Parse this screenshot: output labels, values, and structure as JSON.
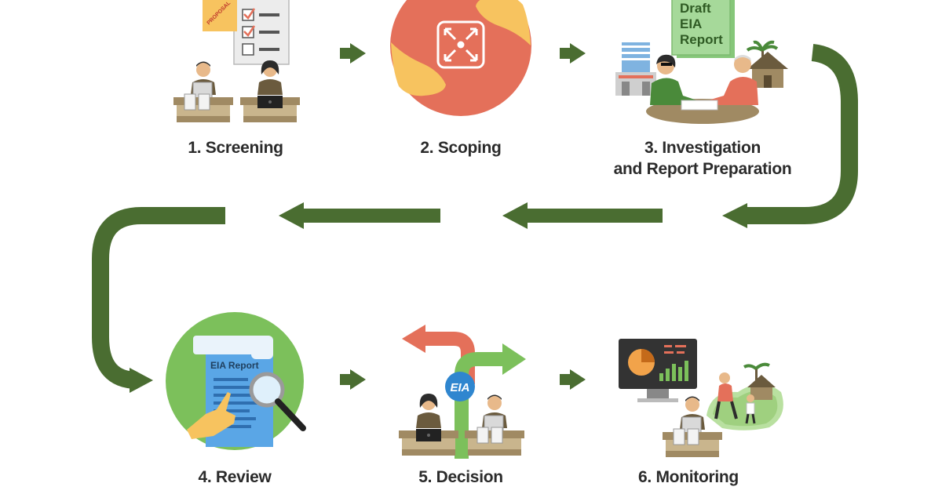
{
  "colors": {
    "arrow": "#4a6d31",
    "person_shirt": "#6b5b3e",
    "desk": "#a08a63",
    "skin": "#e8b98a",
    "hair": "#2c2c2c",
    "scoping_circle": "#e4705a",
    "scoping_hand": "#f7c35f",
    "review_circle": "#7cc05b",
    "document_blue": "#5aa6e6",
    "draft_report": "#a6d99a",
    "decision_red": "#e4705a",
    "decision_green": "#7cc05b",
    "eia_badge": "#2f86cf",
    "monitor_dark": "#333333",
    "chart_orange": "#f2a34a",
    "chart_green": "#7cc05b"
  },
  "steps": [
    {
      "label": "1. Screening",
      "icon": "screening-illustration"
    },
    {
      "label": "2. Scoping",
      "icon": "scoping-icon"
    },
    {
      "label_line1": "3. Investigation",
      "label_line2": "and Report Preparation",
      "icon": "report-preparation-illustration"
    },
    {
      "label": "4. Review",
      "icon": "review-icon"
    },
    {
      "label": "5. Decision",
      "icon": "decision-illustration"
    },
    {
      "label": "6. Monitoring",
      "icon": "monitoring-illustration"
    }
  ],
  "artwork_text": {
    "proposal_stamp": "PROPOSAL",
    "draft_line1": "Draft",
    "draft_line2": "EIA",
    "draft_line3": "Report",
    "review_doc_title": "EIA Report",
    "decision_badge": "EIA"
  }
}
